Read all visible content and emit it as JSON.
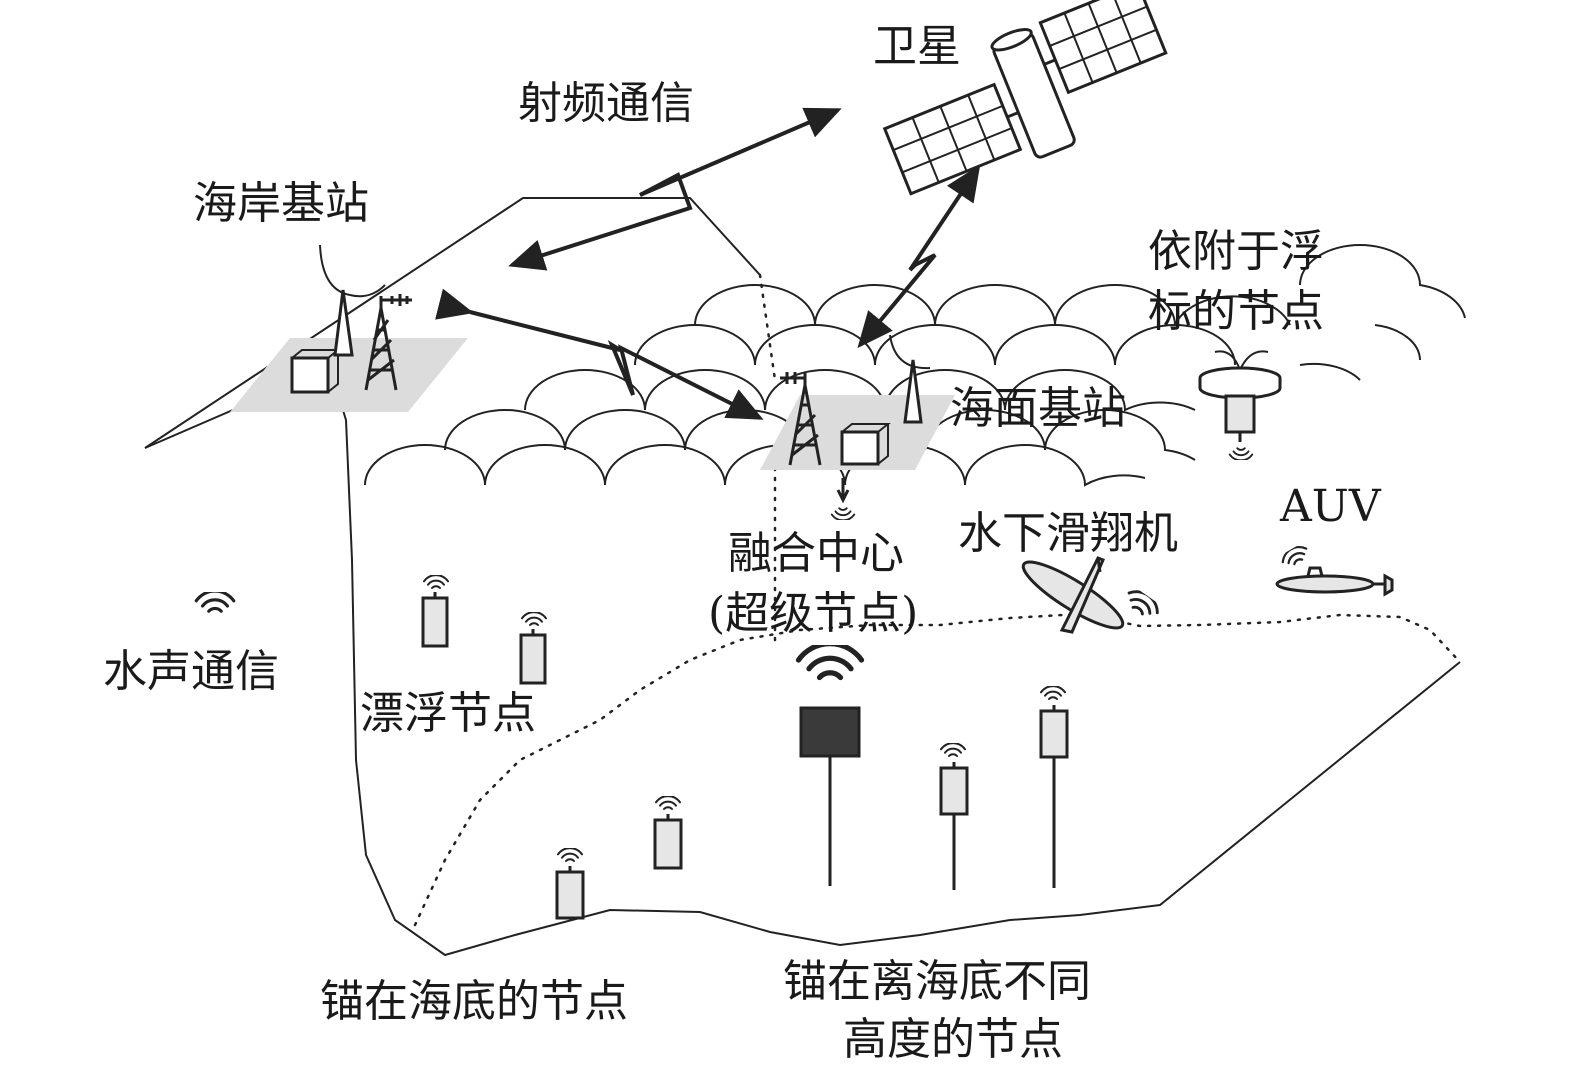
{
  "labels": {
    "satellite": "卫星",
    "rf_comm": "射频通信",
    "coast_station": "海岸基站",
    "buoy_node_line1": "依附于浮",
    "buoy_node_line2": "标的节点",
    "sea_station": "海面基站",
    "fusion_line1": "融合中心",
    "fusion_line2": "(超级节点)",
    "glider": "水下滑翔机",
    "auv": "AUV",
    "acoustic_comm": "水声通信",
    "drifting_node": "漂浮节点",
    "seabed_anchor": "锚在海底的节点",
    "height_anchor_line1": "锚在离海底不同",
    "height_anchor_line2": "高度的节点"
  },
  "colors": {
    "line": "#222222",
    "pad": "#dcdcdc",
    "node_fill": "#e6e6e6",
    "super_node": "#3a3a3a"
  }
}
